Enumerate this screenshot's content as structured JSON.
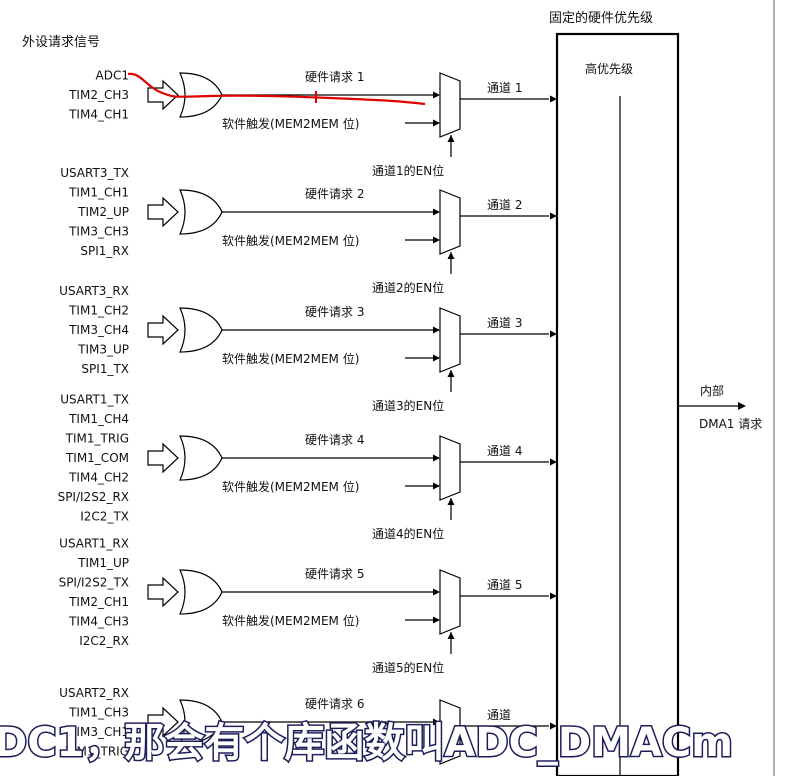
{
  "title_left": "外设请求信号",
  "priority_box_title": "固定的硬件优先级",
  "priority_label": "高优先级",
  "output": {
    "line1": "内部",
    "line2": "DMA1 请求"
  },
  "channels": [
    {
      "inputs": [
        "ADC1",
        "TIM2_CH3",
        "TIM4_CH1"
      ],
      "hw": "硬件请求 1",
      "sw": "软件触发(MEM2MEM 位)",
      "en": "通道1的EN位",
      "out": "通道 1"
    },
    {
      "inputs": [
        "USART3_TX",
        "TIM1_CH1",
        "TIM2_UP",
        "TIM3_CH3",
        "SPI1_RX"
      ],
      "hw": "硬件请求 2",
      "sw": "软件触发(MEM2MEM 位)",
      "en": "通道2的EN位",
      "out": "通道 2"
    },
    {
      "inputs": [
        "USART3_RX",
        "TIM1_CH2",
        "TIM3_CH4",
        "TIM3_UP",
        "SPI1_TX"
      ],
      "hw": "硬件请求 3",
      "sw": "软件触发(MEM2MEM 位)",
      "en": "通道3的EN位",
      "out": "通道 3"
    },
    {
      "inputs": [
        "USART1_TX",
        "TIM1_CH4",
        "TIM1_TRIG",
        "TIM1_COM",
        "TIM4_CH2",
        "SPI/I2S2_RX",
        "I2C2_TX"
      ],
      "hw": "硬件请求 4",
      "sw": "软件触发(MEM2MEM 位)",
      "en": "通道4的EN位",
      "out": "通道 4"
    },
    {
      "inputs": [
        "USART1_RX",
        "TIM1_UP",
        "SPI/I2S2_TX",
        "TIM2_CH1",
        "TIM4_CH3",
        "I2C2_RX"
      ],
      "hw": "硬件请求 5",
      "sw": "软件触发(MEM2MEM 位)",
      "en": "通道5的EN位",
      "out": "通道 5"
    },
    {
      "inputs": [
        "USART2_RX",
        "TIM1_CH3",
        "TIM3_CH1",
        "TIM1_TRIG"
      ],
      "hw": "硬件请求 6",
      "sw": "",
      "en": "",
      "out": "通道"
    }
  ],
  "subtitle": "DC1，那会有个库函数叫ADC_DMACm",
  "colors": {
    "annotation": "#e00000",
    "caption_fill": "#ffffff",
    "caption_stroke": "#1d1d5a"
  }
}
